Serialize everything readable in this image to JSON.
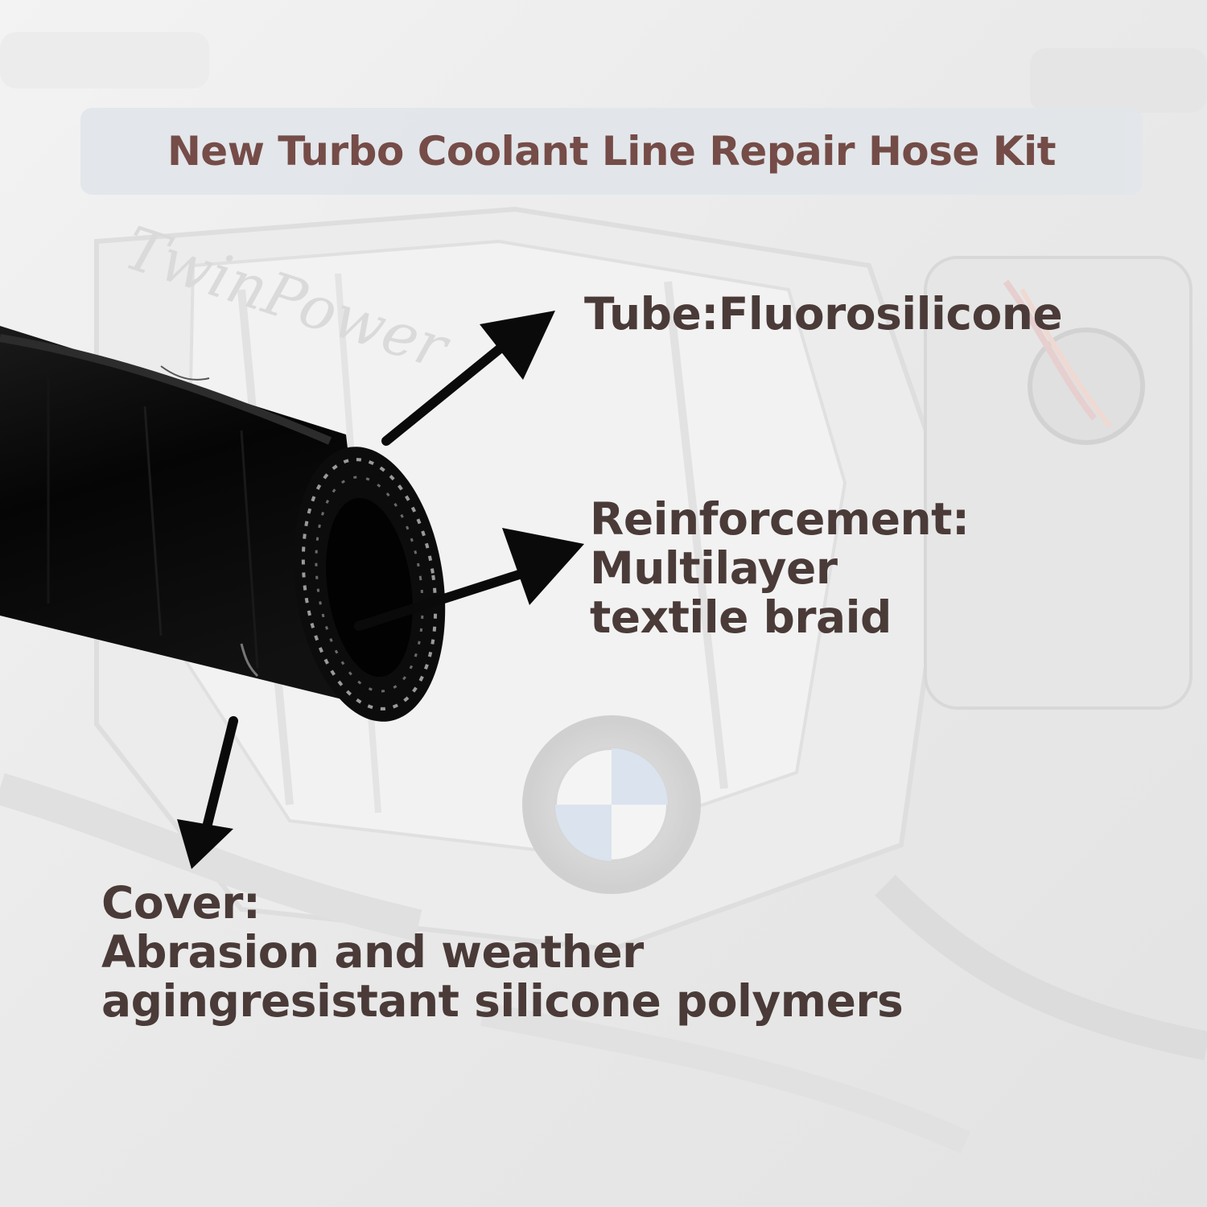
{
  "title": "New Turbo Coolant Line Repair Hose Kit",
  "labels": {
    "tube": "Tube:Fluorosilicone",
    "reinforcement": [
      "Reinforcement:",
      "Multilayer",
      "textile braid"
    ],
    "cover": [
      "Cover:",
      "Abrasion and weather",
      "agingresistant silicone polymers"
    ]
  },
  "background_text": "TwinPower",
  "colors": {
    "title_text": "#6b3f3a",
    "label_text": "#4a3b38",
    "banner_bg": "#e2e6ea",
    "hose": "#0a0a0a",
    "arrow": "#0a0a0a",
    "background": "#efefef"
  }
}
